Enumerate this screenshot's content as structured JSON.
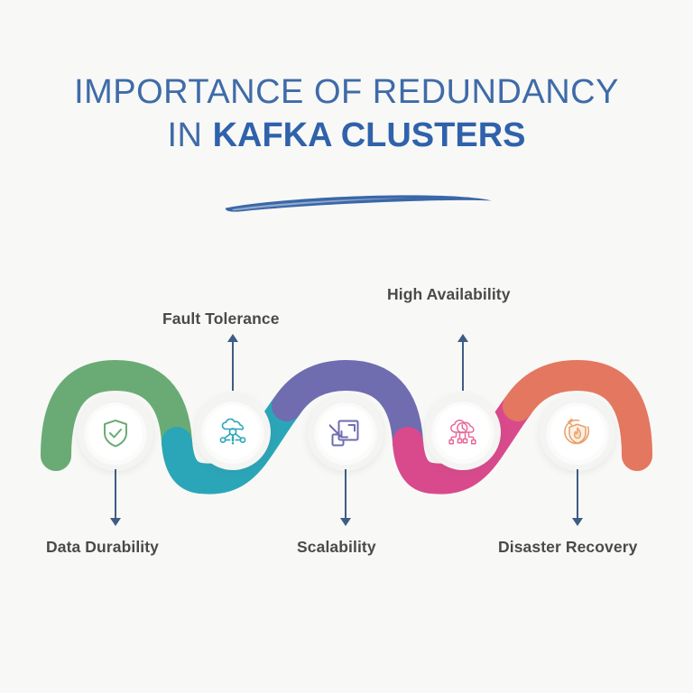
{
  "title": {
    "line1": "IMPORTANCE OF REDUNDANCY",
    "line2_prefix": "IN ",
    "line2_strong": "KAFKA CLUSTERS",
    "color_regular": "#3f6ba8",
    "color_strong": "#2f62ab",
    "underline_icon": "brush-stroke-swoosh",
    "underline_color": "#3a67a8"
  },
  "background_color": "#f8f8f6",
  "wave": {
    "segments": [
      {
        "name": "segment-green",
        "color": "#6aab75"
      },
      {
        "name": "segment-teal",
        "color": "#2ba6b8"
      },
      {
        "name": "segment-purple",
        "color": "#6f6cb0"
      },
      {
        "name": "segment-pink",
        "color": "#d94a8c"
      },
      {
        "name": "segment-coral",
        "color": "#e4775f"
      }
    ],
    "stroke_width": 34
  },
  "connector_color": "#3e5d86",
  "label_color": "#4a4a4a",
  "steps": [
    {
      "id": "data-durability",
      "label": "Data Durability",
      "icon": "shield-check-icon",
      "icon_color": "#6aab75",
      "label_position": "below",
      "arrow_direction": "down"
    },
    {
      "id": "fault-tolerance",
      "label": "Fault Tolerance",
      "icon": "cloud-network-alert-icon",
      "icon_color": "#2ba6b8",
      "label_position": "above",
      "arrow_direction": "up"
    },
    {
      "id": "scalability",
      "label": "Scalability",
      "icon": "resize-expand-icon",
      "icon_color": "#6f6cb0",
      "label_position": "below",
      "arrow_direction": "down"
    },
    {
      "id": "high-availability",
      "label": "High Availability",
      "icon": "cloud-clock-network-icon",
      "icon_color": "#e8699b",
      "label_position": "above",
      "arrow_direction": "up"
    },
    {
      "id": "disaster-recovery",
      "label": "Disaster Recovery",
      "icon": "shield-flame-restore-icon",
      "icon_color": "#e9a06c",
      "label_position": "below",
      "arrow_direction": "down"
    }
  ]
}
